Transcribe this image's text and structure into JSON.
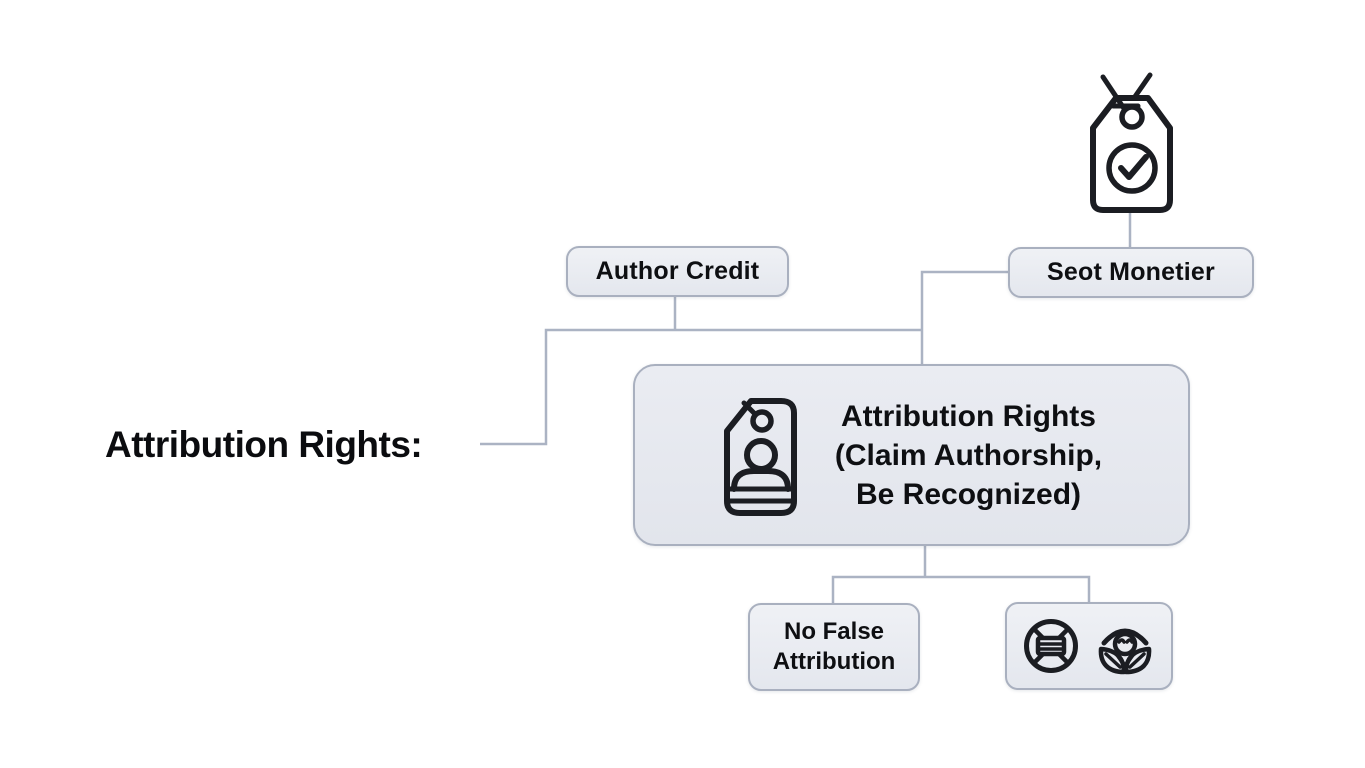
{
  "colors": {
    "background": "#ffffff",
    "node_fill": "#e8eaf1",
    "node_border": "#a9b0bf",
    "connector": "#abb3c3",
    "text": "#0e0f12",
    "icon_stroke": "#1b1d22"
  },
  "diagram": {
    "root": {
      "label": "Attribution Rights:"
    },
    "nodes": {
      "author_credit": {
        "label": "Author Credit"
      },
      "seot_monetier": {
        "label": "Seot Monetier",
        "icon": "tag-check-icon"
      },
      "central": {
        "icon": "tag-person-icon",
        "lines": [
          "Attribution Rights",
          "(Claim Authorship,",
          "Be Recognized)"
        ]
      },
      "no_false_attribution": {
        "label": "No False Attribution"
      },
      "icon_pair": {
        "icons": [
          "no-stack-icon",
          "plant-icon"
        ]
      }
    }
  }
}
